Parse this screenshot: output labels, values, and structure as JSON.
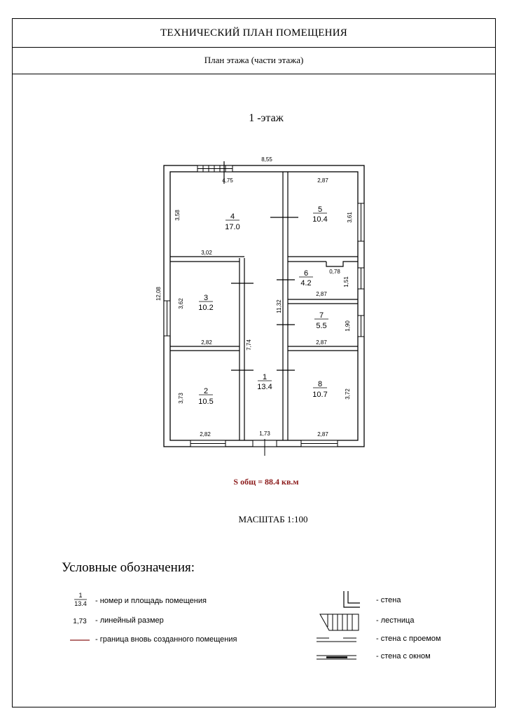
{
  "header": {
    "title": "ТЕХНИЧЕСКИЙ ПЛАН ПОМЕЩЕНИЯ",
    "subtitle": "План этажа (части этажа)"
  },
  "floor": {
    "title": "1 -этаж",
    "rooms": [
      {
        "number": "1",
        "area": "13.4"
      },
      {
        "number": "2",
        "area": "10.5"
      },
      {
        "number": "3",
        "area": "10.2"
      },
      {
        "number": "4",
        "area": "17.0"
      },
      {
        "number": "5",
        "area": "10.4"
      },
      {
        "number": "6",
        "area": "4.2"
      },
      {
        "number": "7",
        "area": "5.5"
      },
      {
        "number": "8",
        "area": "10.7"
      }
    ],
    "dimensions": {
      "overall_width": "8,55",
      "overall_height": "12,08",
      "room4_top": "4,75",
      "room4_height": "3,58",
      "room4_bottom": "3,02",
      "room3_height": "3,62",
      "room3_bottom": "2,82",
      "room2_height": "3,73",
      "room2_bottom": "2,82",
      "corridor_height": "7,74",
      "corridor_bottom": "1,73",
      "right_block_height": "11,32",
      "room5_top": "2,87",
      "room5_height": "3,61",
      "room6_notch": "0,78",
      "room6_height": "1,51",
      "room6_bottom": "2,87",
      "room7_height": "1,90",
      "room7_bottom": "2,87",
      "room8_height": "3,72",
      "room8_bottom": "2,87"
    },
    "total_area": "S общ = 88.4 кв.м",
    "scale": "МАСШТАБ  1:100"
  },
  "legend": {
    "title": "Условные обозначения:",
    "sample_number": "1",
    "sample_area": "13.4",
    "sample_dimension": "1,73",
    "items": {
      "room_number_area": "- номер и площадь помещения",
      "linear_dimension": "- линейный размер",
      "new_room_border": "- граница вновь созданного помещения",
      "wall": "- стена",
      "stairs": "- лестница",
      "wall_with_opening": "- стена с проемом",
      "wall_with_window": "- стена с окном"
    }
  },
  "colors": {
    "line": "#000000",
    "highlight": "#8b1a1a"
  }
}
